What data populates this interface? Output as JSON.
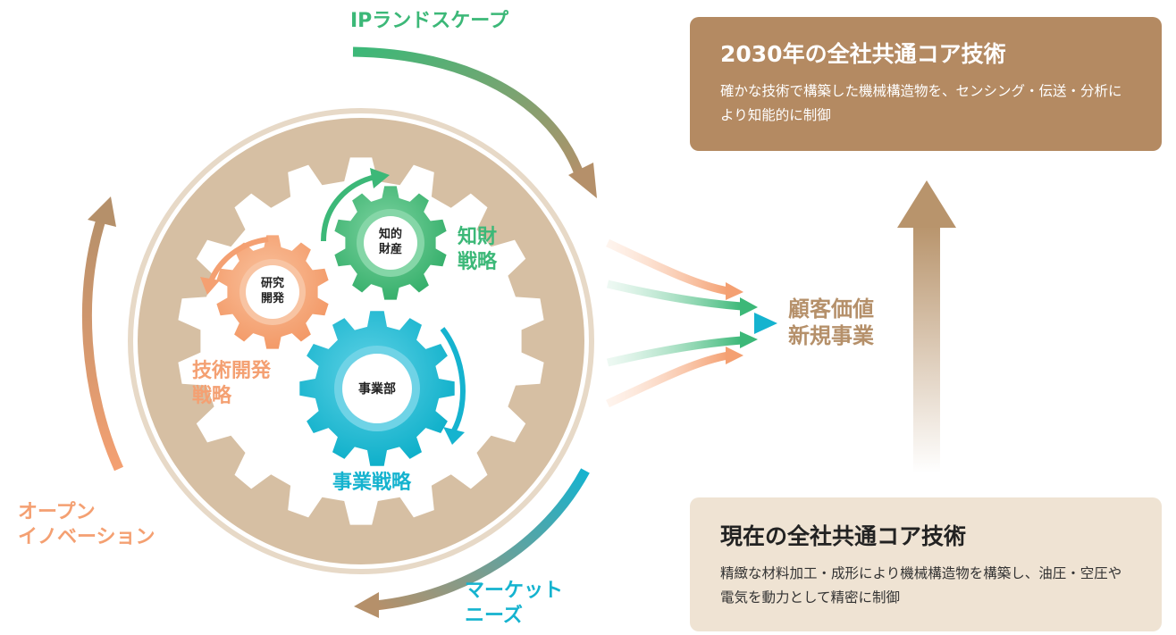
{
  "colors": {
    "brown": "#b5906a",
    "brown_light": "#d8c3a9",
    "green": "#3cb878",
    "orange": "#f4a072",
    "cyan": "#15b3cf",
    "box_top_bg": "#b48a62",
    "box_bottom_bg": "#efe3d3"
  },
  "cycle": {
    "ip_landscape": "IPランドスケープ",
    "open_innovation": [
      "オープン",
      "イノベーション"
    ],
    "market_needs": [
      "マーケット",
      "ニーズ"
    ]
  },
  "gears": {
    "ip": {
      "label": [
        "知的",
        "財産"
      ],
      "strategy": [
        "知財",
        "戦略"
      ]
    },
    "rd": {
      "label": [
        "研究",
        "開発"
      ],
      "strategy": [
        "技術開発",
        "戦略"
      ]
    },
    "biz": {
      "label": "事業部",
      "strategy": "事業戦略"
    }
  },
  "value": {
    "line1": "顧客価値",
    "line2": "新規事業"
  },
  "future_box": {
    "title": "2030年の全社共通コア技術",
    "desc": "確かな技術で構築した機械構造物を、センシング・伝送・分析により知能的に制御"
  },
  "current_box": {
    "title": "現在の全社共通コア技術",
    "desc": "精緻な材料加工・成形により機械構造物を構築し、油圧・空圧や電気を動力として精密に制御"
  }
}
